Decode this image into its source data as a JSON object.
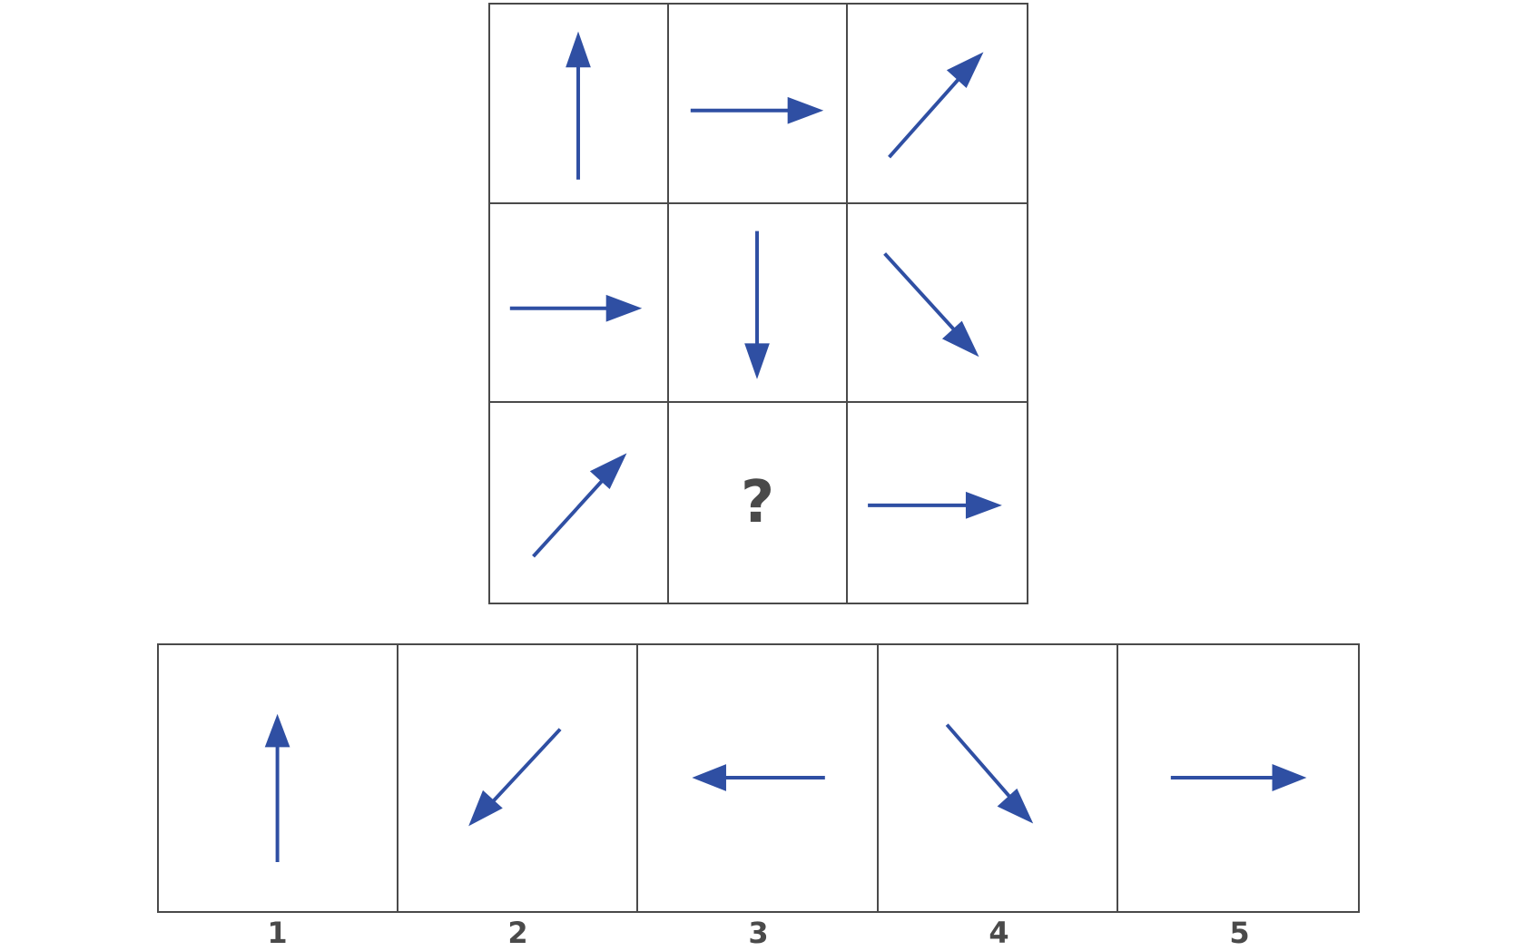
{
  "arrow_color": "#2f4fa3",
  "border_color": "#4a4a4a",
  "matrix": {
    "cells": [
      {
        "direction": "up"
      },
      {
        "direction": "right"
      },
      {
        "direction": "up-right"
      },
      {
        "direction": "right"
      },
      {
        "direction": "down"
      },
      {
        "direction": "down-right"
      },
      {
        "direction": "up-right"
      },
      {
        "direction": "missing",
        "text": "?"
      },
      {
        "direction": "right"
      }
    ]
  },
  "options": [
    {
      "label": "1",
      "direction": "up"
    },
    {
      "label": "2",
      "direction": "down-left"
    },
    {
      "label": "3",
      "direction": "left"
    },
    {
      "label": "4",
      "direction": "down-right"
    },
    {
      "label": "5",
      "direction": "right"
    }
  ]
}
